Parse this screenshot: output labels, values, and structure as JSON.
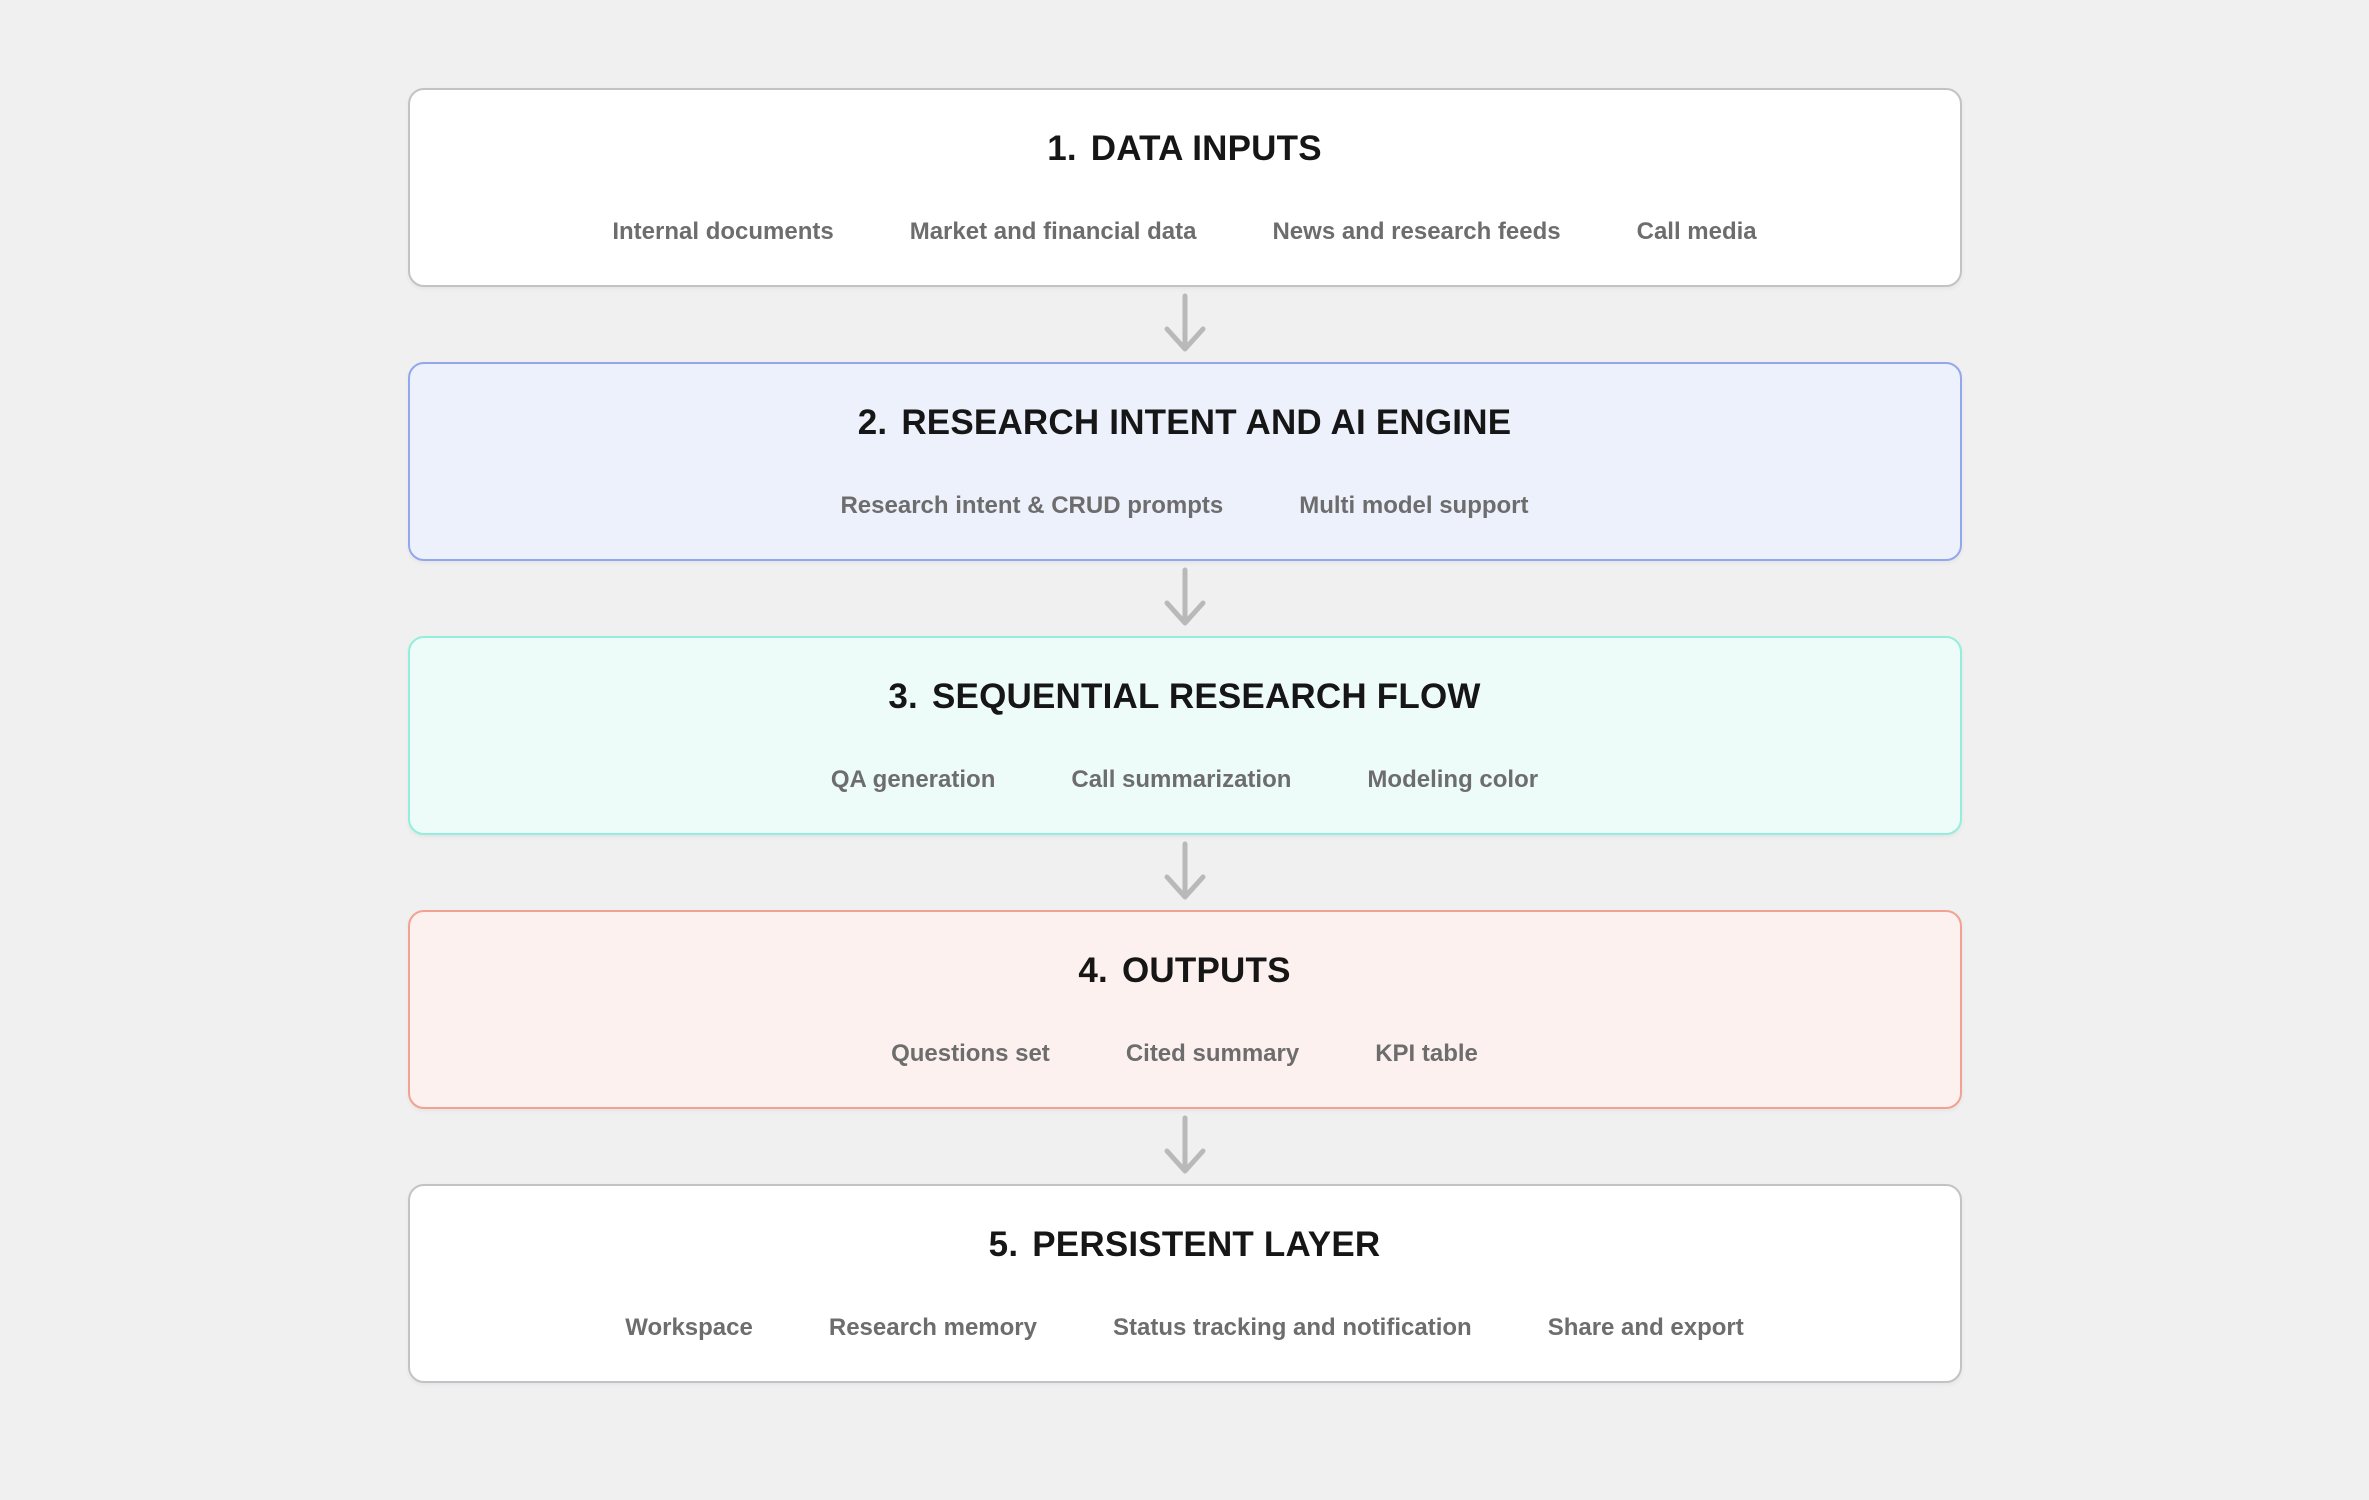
{
  "page": {
    "background_color": "#f0f0f1",
    "arrow_color": "#b9b9b9",
    "default_border_color": "#c3c3c5",
    "title_color": "#161616",
    "item_color": "#6d6d6d"
  },
  "flow": {
    "stages": [
      {
        "number": "1.",
        "title": "DATA INPUTS",
        "items": [
          "Internal documents",
          "Market and financial data",
          "News and research feeds",
          "Call media"
        ],
        "bg": "#ffffff",
        "border": "#c3c3c5"
      },
      {
        "number": "2.",
        "title": "RESEARCH INTENT AND AI ENGINE",
        "items": [
          "Research intent & CRUD prompts",
          "Multi model support"
        ],
        "bg": "#edf1fc",
        "border": "#93a7ee"
      },
      {
        "number": "3.",
        "title": "SEQUENTIAL RESEARCH FLOW",
        "items": [
          "QA generation",
          "Call summarization",
          "Modeling color"
        ],
        "bg": "#eefcf9",
        "border": "#93eedb"
      },
      {
        "number": "4.",
        "title": "OUTPUTS",
        "items": [
          "Questions set",
          "Cited summary",
          "KPI table"
        ],
        "bg": "#fcf1ee",
        "border": "#f2a292"
      },
      {
        "number": "5.",
        "title": "PERSISTENT LAYER",
        "items": [
          "Workspace",
          "Research memory",
          "Status tracking and notification",
          "Share and export"
        ],
        "bg": "#ffffff",
        "border": "#c3c3c5"
      }
    ]
  }
}
